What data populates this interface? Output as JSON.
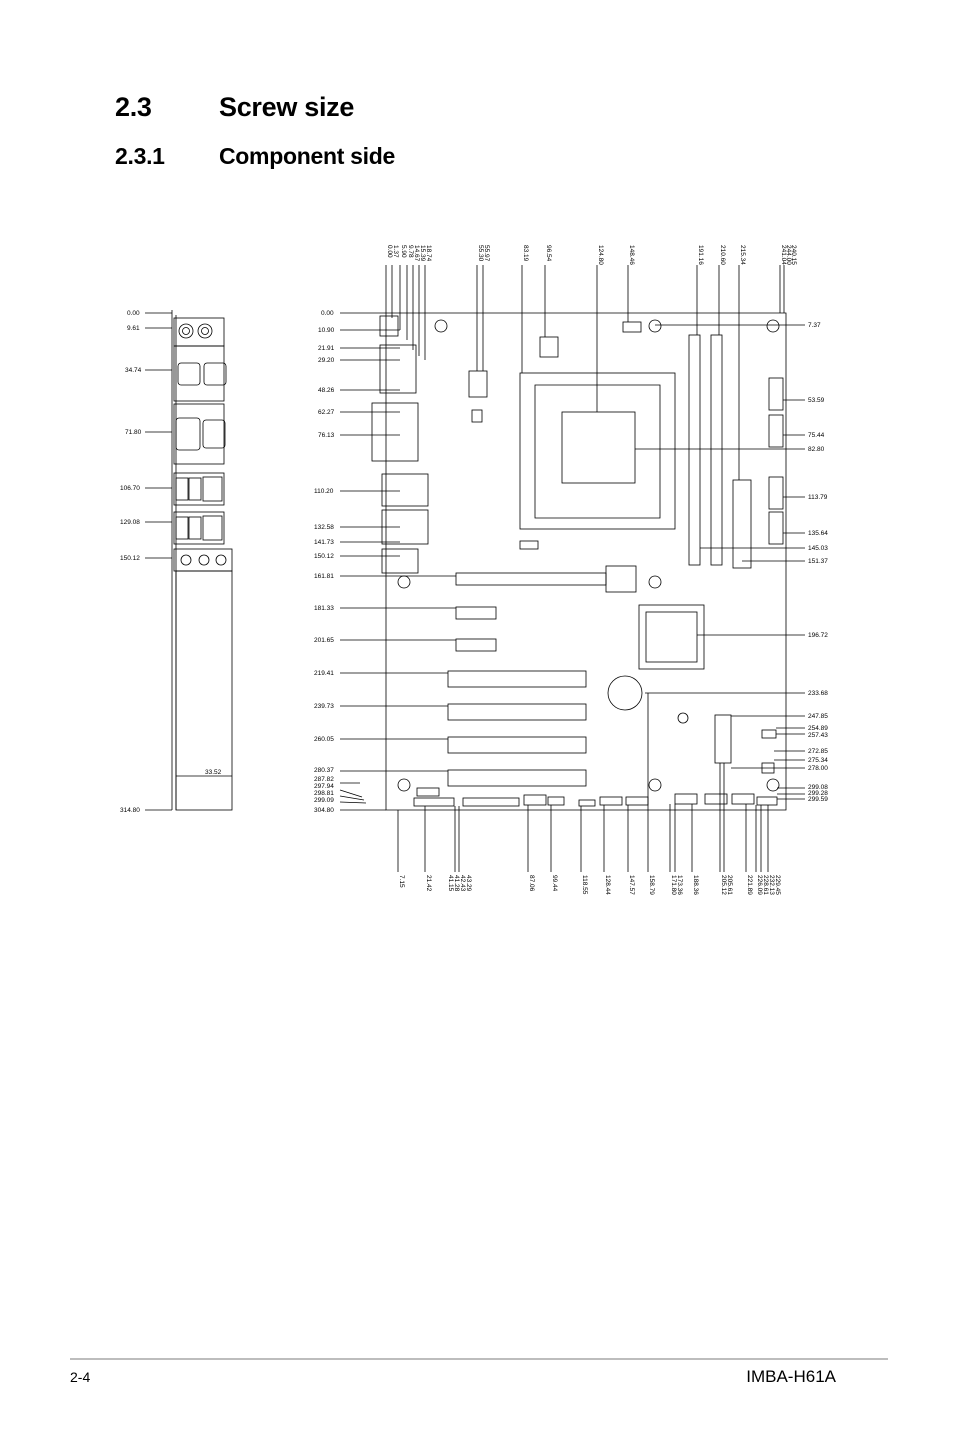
{
  "heading": {
    "number": "2.3",
    "title": "Screw size"
  },
  "subheading": {
    "number": "2.3.1",
    "title": "Component side"
  },
  "footer": {
    "page": "2-4",
    "model": "IMBA-H61A"
  },
  "io_panel": {
    "labels": [
      "0.00",
      "9.61",
      "34.74",
      "71.80",
      "106.70",
      "129.08",
      "150.12",
      "314.80"
    ],
    "width_label": "33.52"
  },
  "board": {
    "left_labels": [
      "0.00",
      "10.90",
      "21.91",
      "29.20",
      "48.26",
      "62.27",
      "76.13",
      "110.20",
      "132.58",
      "141.73",
      "150.12",
      "161.81",
      "181.33",
      "201.65",
      "219.41",
      "239.73",
      "260.05",
      "280.37",
      "287.82",
      "297.94",
      "298.81",
      "299.09",
      "304.80"
    ],
    "right_labels": [
      "7.37",
      "53.59",
      "75.44",
      "82.80",
      "113.79",
      "135.64",
      "145.03",
      "151.37",
      "196.72",
      "233.68",
      "247.85",
      "254.89",
      "257.43",
      "272.85",
      "275.34",
      "278.00",
      "299.08",
      "299.28",
      "299.59"
    ],
    "top_labels": [
      "0.00",
      "1.37",
      "5.90",
      "9.78",
      "14.67",
      "15.39",
      "18.74",
      "55.30",
      "55.97",
      "83.19",
      "96.54",
      "124.80",
      "148.46",
      "191.16",
      "210.60",
      "215.34",
      "241.04",
      "244.00",
      "240.15"
    ],
    "bottom_labels": [
      "7.15",
      "21.42",
      "41.15",
      "41.28",
      "42.43",
      "43.29",
      "87.06",
      "99.44",
      "118.55",
      "128.44",
      "147.57",
      "158.79",
      "171.80",
      "173.36",
      "188.36",
      "205.12",
      "205.61",
      "221.89",
      "226.09",
      "228.61",
      "232.13",
      "229.45"
    ]
  }
}
